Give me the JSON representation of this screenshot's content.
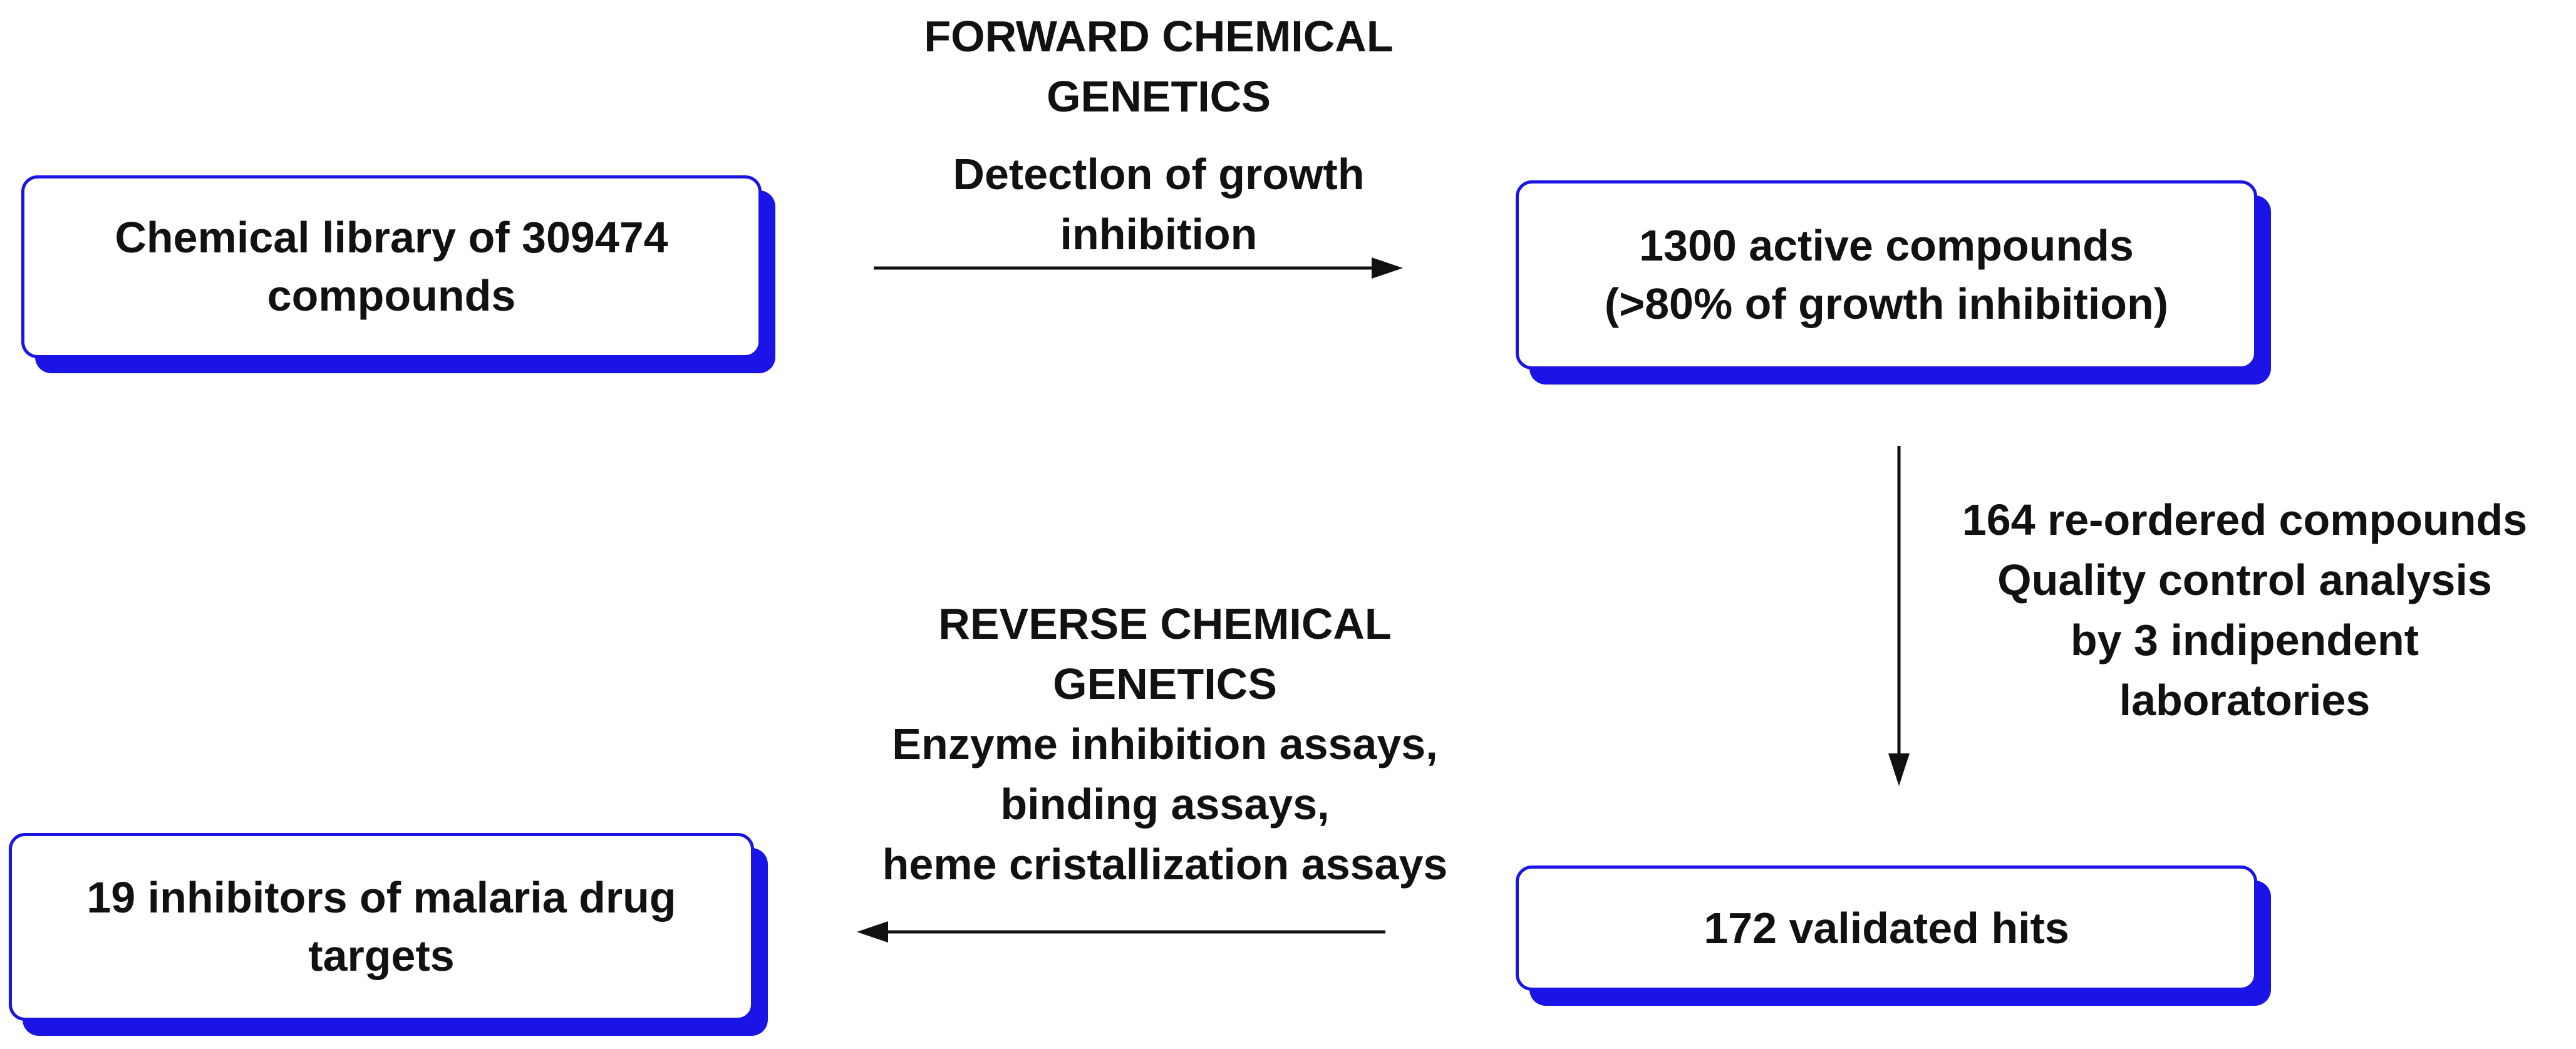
{
  "boxes": {
    "library": [
      "Chemical library of 309474",
      "compounds"
    ],
    "active": [
      "1300 active compounds",
      "(>80% of growth inhibition)"
    ],
    "validated": [
      "172 validated hits"
    ],
    "inhibitors": [
      "19 inhibitors of malaria drug",
      "targets"
    ]
  },
  "labels": {
    "forward": [
      "FORWARD CHEMICAL",
      "GENETICS",
      "Detectlon of growth",
      "inhibition"
    ],
    "qc": [
      "164 re-ordered compounds",
      "Quality control analysis",
      "by 3 indipendent",
      "laboratories"
    ],
    "reverse": [
      "REVERSE CHEMICAL",
      "GENETICS",
      "Enzyme inhibition assays,",
      "binding assays,",
      "heme cristallization assays"
    ]
  },
  "colors": {
    "box_border": "#1a14e6",
    "box_shadow": "#1a14e6",
    "arrow": "#111111"
  }
}
